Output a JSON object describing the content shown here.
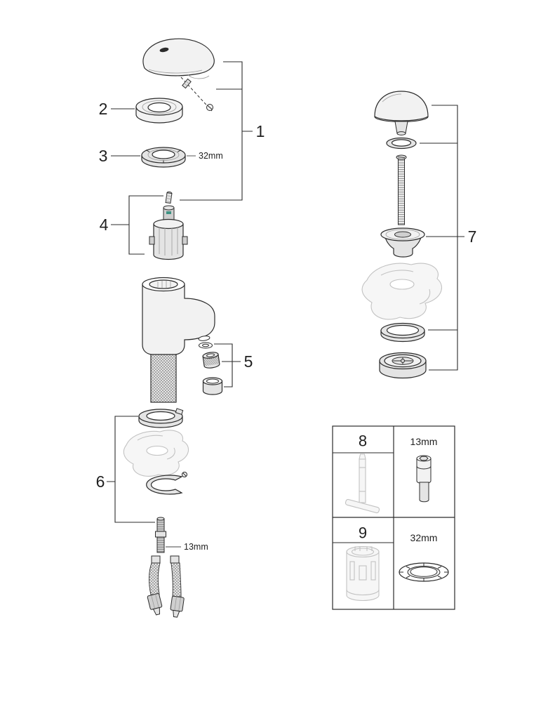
{
  "callouts": {
    "1": "1",
    "2": "2",
    "3": "3",
    "4": "4",
    "5": "5",
    "6": "6",
    "7": "7",
    "8": "8",
    "9": "9"
  },
  "annotations": {
    "mounting_ring_size": "32mm",
    "mounting_stud_size": "13mm"
  },
  "tool_labels": {
    "socket": "13mm",
    "ring_wrench": "32mm"
  },
  "colors": {
    "line": "#2b2b2b",
    "ghost": "#c2c2c2",
    "paper": "#ffffff"
  }
}
